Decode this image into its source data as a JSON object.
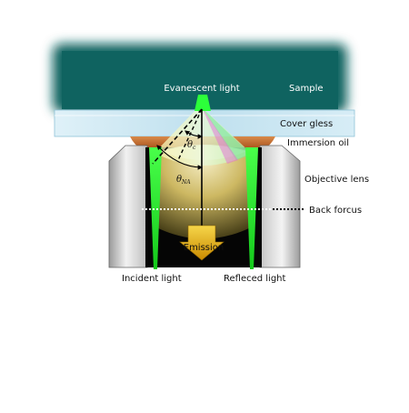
{
  "labels": {
    "sample": "Sample",
    "evanescent": "Evanescent light",
    "cover_glass": "Cover gless",
    "immersion_oil": "Immersion oil",
    "objective_lens": "Objective lens",
    "back_focus": "Back forcus",
    "emission": "Emission",
    "incident": "Incident light",
    "reflected": "Refleced light",
    "theta_c_sym": "θ",
    "theta_c_sub": "c",
    "theta_na_sym": "θ",
    "theta_na_sub": "NA"
  },
  "colors": {
    "sample": "#0f6360",
    "sample_glow": "#9fd6cf",
    "cover_glass": "#c9e6f2",
    "immersion_oil": "#c56a2c",
    "lens_body": "#d6d6d6",
    "lens_bore": "#000000",
    "lens_core": "#d8c86a",
    "green_light": "#23e02a",
    "emission_arrow": "#e0b000"
  }
}
